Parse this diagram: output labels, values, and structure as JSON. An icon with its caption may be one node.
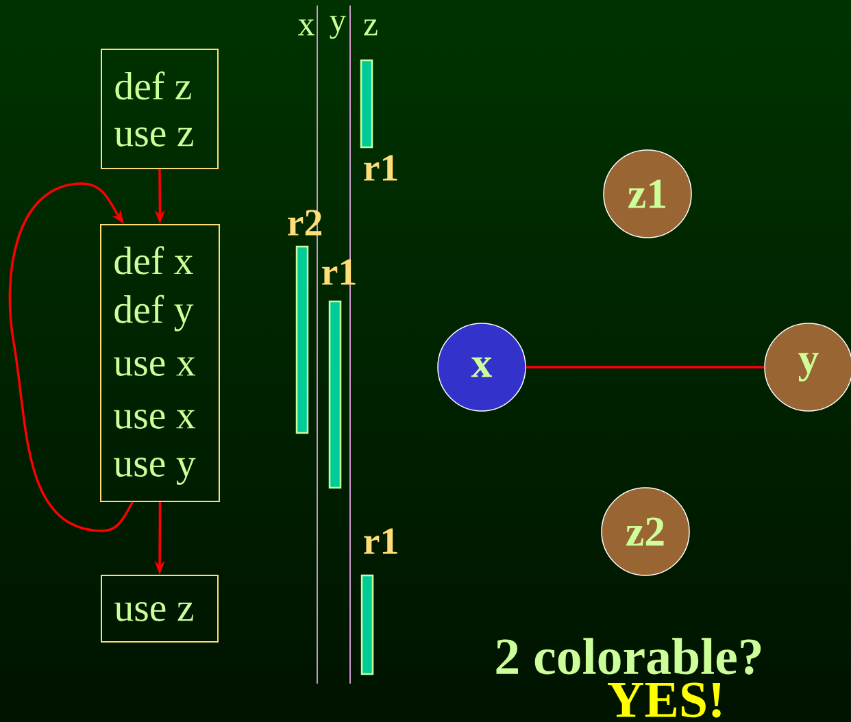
{
  "diagram": {
    "nodes": [
      {
        "text": [
          "def z",
          "use z"
        ]
      },
      {
        "text": [
          "def x",
          "def y",
          "use x",
          "use x",
          "use y"
        ]
      },
      {
        "text": [
          "use z"
        ]
      },
      {
        "text": [
          "z1"
        ]
      },
      {
        "text": [
          "x"
        ]
      },
      {
        "text": [
          "y"
        ]
      },
      {
        "text": [
          "z2"
        ]
      },
      {
        "text": [],
        "shape": "bar"
      },
      {
        "text": [],
        "shape": "bar"
      },
      {
        "text": [],
        "shape": "bar"
      },
      {
        "text": [],
        "shape": "bar"
      }
    ],
    "edges": [
      {
        "from": 0,
        "to": 1,
        "arrow": "to"
      },
      {
        "from": 1,
        "to": 2,
        "arrow": "to"
      },
      {
        "from": 1,
        "to": 1,
        "arrow": "to"
      },
      {
        "from": 4,
        "to": 5,
        "arrow": "none"
      }
    ],
    "labels": [
      "x",
      "y",
      "z",
      "r1",
      "r2",
      "r1",
      "r1",
      "2 colorable?",
      "YES!"
    ]
  }
}
